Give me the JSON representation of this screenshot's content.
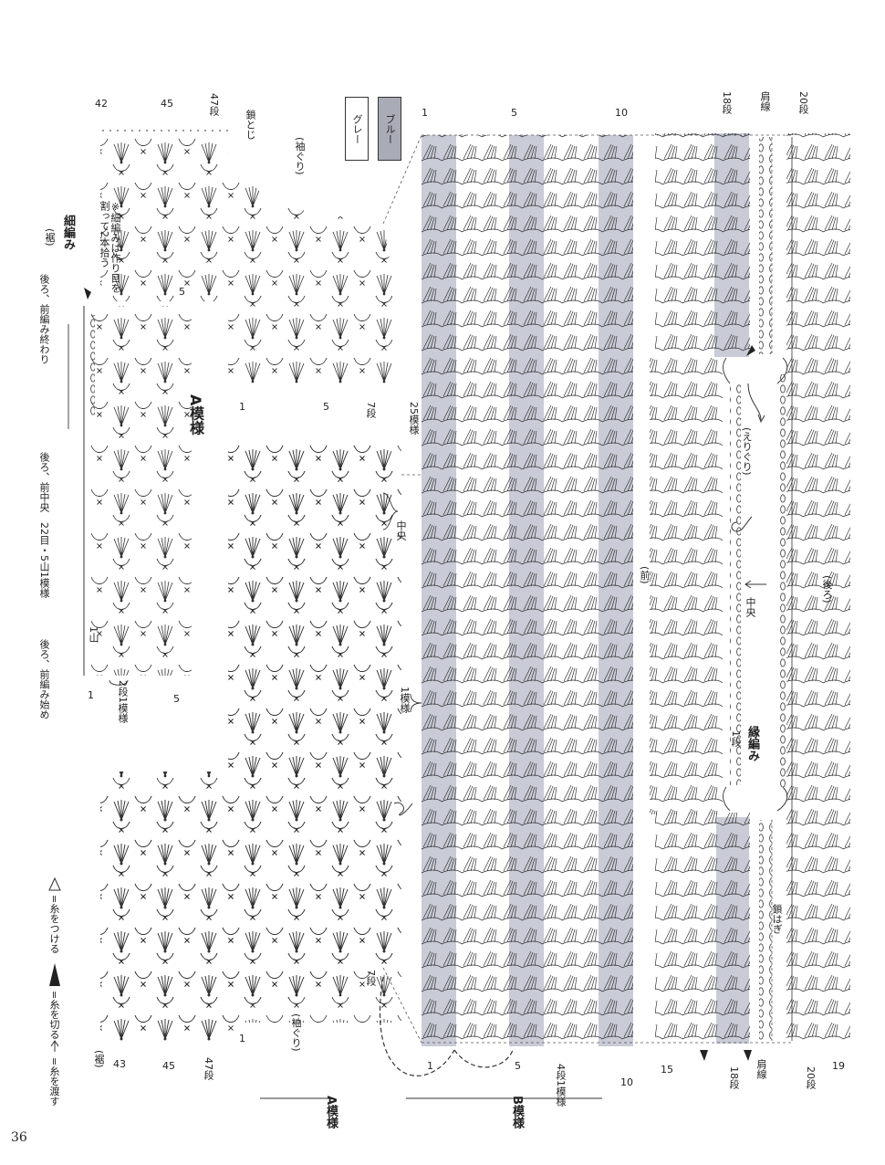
{
  "legend": {
    "blue": "ブルー",
    "gray": "グレー"
  },
  "labels": {
    "front": "(前)",
    "back": "(後ろ)",
    "collar": "(えりぐり)",
    "center_top": "中央",
    "center_mid": "中央",
    "shoulder_top": "肩線",
    "shoulder_bottom": "肩線",
    "chain_join": "鎖はぎ",
    "chain_close": "鎖とじ",
    "sleeve_top": "(袖ぐり)",
    "sleeve_bottom": "(袖ぐり)",
    "waist_top": "(裾)",
    "waist_bottom": "(裾)",
    "rib_title": "縁編み",
    "rib_row": "1段",
    "sc_title": "細編み",
    "sc_note": "※細編みは作り目を割って2本拾う",
    "a_pattern": "A模様",
    "a_footer": "A模様",
    "b_footer": "B模様",
    "rows_25": "25模様",
    "one_pattern": "1模様",
    "two_rows_one": "2段1模様",
    "one_mountain": "1山",
    "four_rows_one": "4段1模様",
    "back_front_end": "後ろ、前編み終わり",
    "back_front_center": "後ろ、前中央　22目・5山1模様",
    "back_front_start": "後ろ、前編み始め",
    "row_20_top": "20段",
    "row_18_top": "18段",
    "row_20_bottom": "20段",
    "row_18_bottom": "18段",
    "row_47_top": "47段",
    "row_47_bottom": "47段",
    "row_7_top": "7段",
    "row_7_bottom": "7段",
    "n1": "1",
    "n5": "5",
    "n10": "10",
    "n15": "15",
    "n19": "19",
    "n42": "42",
    "n43": "43",
    "n45": "45"
  },
  "key": {
    "attach": "=糸をつける",
    "cut": "=糸を切る",
    "carry": "=糸を渡す"
  },
  "page_number": "36"
}
